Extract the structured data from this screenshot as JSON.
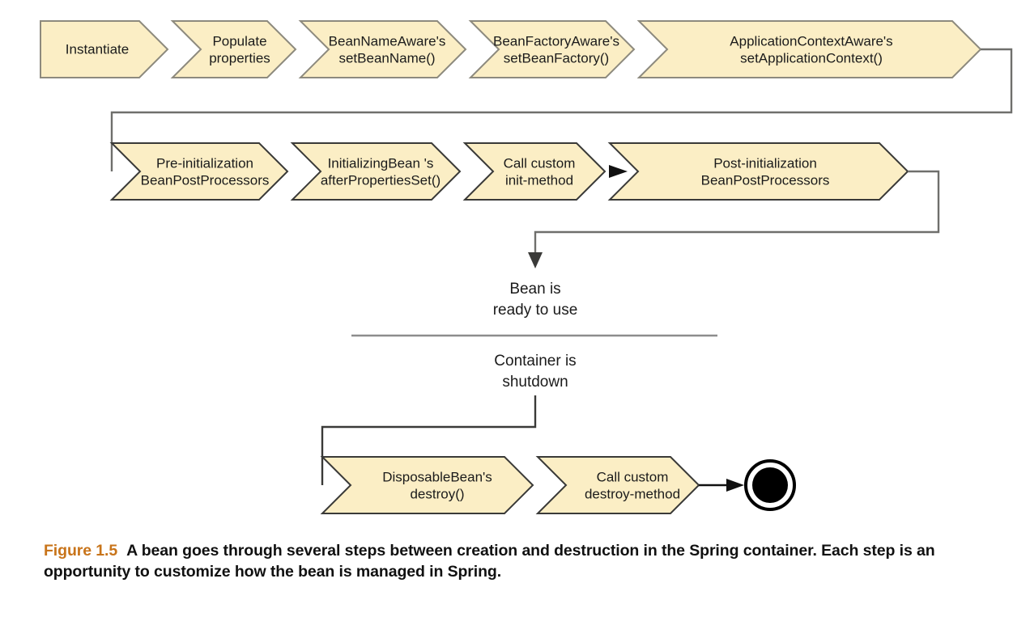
{
  "figure": {
    "caption_tag": "Figure 1.5",
    "caption_text": "A bean goes through several steps between creation and destruction in the Spring container. Each step is an opportunity to customize how the bean is managed in Spring."
  },
  "colors": {
    "chevron_fill": "#fbeec5",
    "chevron_stroke": "#8d8a7e",
    "chevron_stroke_dark": "#3a3a38",
    "connector": "#6f6f6c",
    "text": "#1b1b1b",
    "caption_tag": "#c8741a",
    "final_node": "#000000",
    "background": "#ffffff"
  },
  "lifecycle": {
    "row1": [
      {
        "id": "instantiate",
        "line1": "Instantiate",
        "line2": ""
      },
      {
        "id": "populate-properties",
        "line1": "Populate",
        "line2": "properties"
      },
      {
        "id": "bean-name-aware",
        "line1": "BeanNameAware's",
        "line2": "setBeanName()"
      },
      {
        "id": "bean-factory-aware",
        "line1": "BeanFactoryAware's",
        "line2": "setBeanFactory()"
      },
      {
        "id": "application-context-aware",
        "line1": "ApplicationContextAware's",
        "line2": "setApplicationContext()"
      }
    ],
    "row2": [
      {
        "id": "pre-initialization-bpp",
        "line1": "Pre-initialization",
        "line2": "BeanPostProcessors"
      },
      {
        "id": "initializing-bean",
        "line1": "InitializingBean  's",
        "line2": "afterPropertiesSet()"
      },
      {
        "id": "call-custom-init",
        "line1": "Call custom",
        "line2": "init-method"
      },
      {
        "id": "post-initialization-bpp",
        "line1": "Post-initialization",
        "line2": "BeanPostProcessors"
      }
    ],
    "states": [
      {
        "id": "bean-ready",
        "line1": "Bean is",
        "line2": "ready to use"
      },
      {
        "id": "container-shutdown",
        "line1": "Container is",
        "line2": "shutdown"
      }
    ],
    "row3": [
      {
        "id": "disposable-bean",
        "line1": "DisposableBean's",
        "line2": "destroy()"
      },
      {
        "id": "call-custom-destroy",
        "line1": "Call custom",
        "line2": "destroy-method"
      }
    ],
    "final_node_label": "end-state"
  }
}
